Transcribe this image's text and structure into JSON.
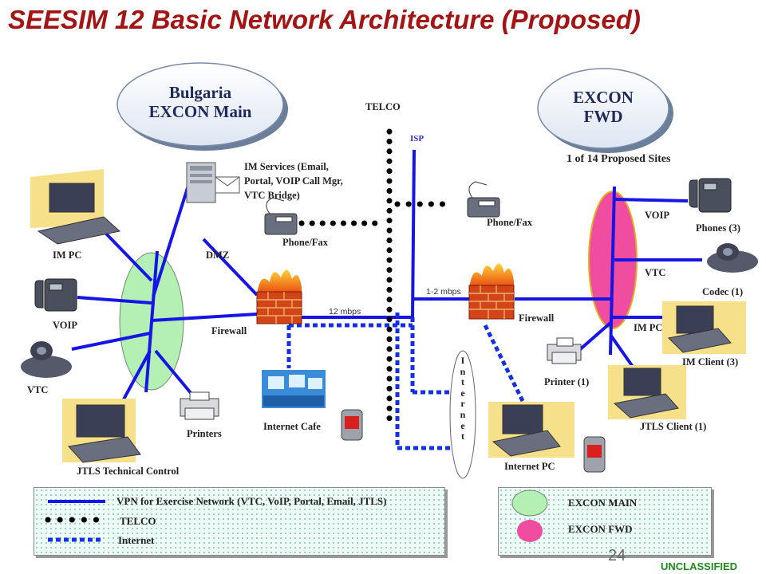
{
  "title": "SEESIM 12 Basic Network Architecture (Proposed)",
  "bubbles": {
    "main_line1": "Bulgaria",
    "main_line2": "EXCON Main",
    "fwd_line1": "EXCON",
    "fwd_line2": "FWD"
  },
  "labels": {
    "telco": "TELCO",
    "isp": "ISP",
    "sites": "1 of 14 Proposed Sites",
    "im_services_1": "IM Services (Email,",
    "im_services_2": "Portal, VOIP Call Mgr,",
    "im_services_3": "VTC Bridge)",
    "phone_fax_left": "Phone/Fax",
    "phone_fax_right": "Phone/Fax",
    "im_pc": "IM PC",
    "dmz": "DMZ",
    "voip_left": "VOIP",
    "vtc_left": "VTC",
    "firewall_left": "Firewall",
    "firewall_right": "Firewall",
    "speed_12": "12 mbps",
    "speed_1_2": "1-2 mbps",
    "printers": "Printers",
    "internet_cafe": "Internet Cafe",
    "jtls_tc": "JTLS Technical Control",
    "internet_vertical": [
      "I",
      "n",
      "t",
      "e",
      "r",
      "n",
      "e",
      "t"
    ],
    "internet_pc": "Internet PC",
    "voip_right": "VOIP",
    "phones": "Phones (3)",
    "vtc_right": "VTC",
    "codec": "Codec (1)",
    "im_pc_right": "IM PC",
    "im_client": "IM Client (3)",
    "printer_1": "Printer (1)",
    "jtls_client": "JTLS Client (1)"
  },
  "legend": {
    "vpn": "VPN for Exercise Network (VTC, VoIP, Portal, Email, JTLS)",
    "telco": "TELCO",
    "internet": "Internet",
    "excon_main": "EXCON MAIN",
    "excon_fwd": "EXCON FWD"
  },
  "footer": {
    "page": "24",
    "classification": "UNCLASSIFIED"
  },
  "colors": {
    "title": "#a31515",
    "vpn_line": "#1515e6",
    "main_ellipse": "#b4f0b4",
    "fwd_ellipse": "#f04ca0",
    "classification": "#1e8a1e"
  }
}
